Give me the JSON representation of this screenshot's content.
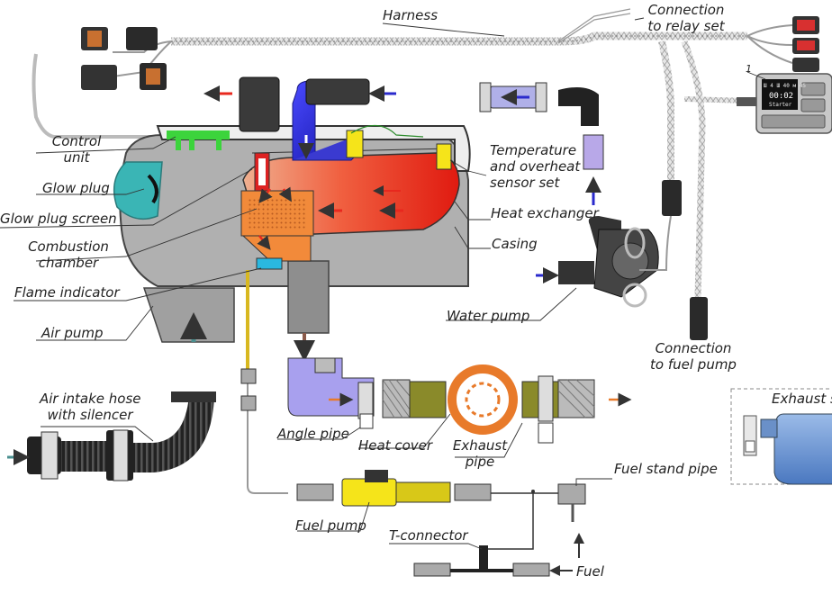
{
  "labels": {
    "harness": "Harness",
    "connection_relay": [
      "Connection",
      "to relay set"
    ],
    "control_unit": [
      "Control",
      "unit"
    ],
    "glow_plug": "Glow plug",
    "glow_plug_screen": "Glow plug screen",
    "combustion_chamber": [
      "Combustion",
      "chamber"
    ],
    "flame_indicator": "Flame indicator",
    "air_pump": "Air pump",
    "temperature_sensor": [
      "Temperature",
      "and overheat",
      "sensor set"
    ],
    "heat_exchanger": "Heat exchanger",
    "casing": "Casing",
    "water_pump": "Water pump",
    "connection_fuel_pump": [
      "Connection",
      "to fuel pump"
    ],
    "exhaust_silencer": "Exhaust s",
    "air_intake_hose": [
      "Air intake hose",
      "with silencer"
    ],
    "angle_pipe": "Angle pipe",
    "heat_cover": "Heat cover",
    "exhaust_pipe": [
      "Exhaust",
      "pipe"
    ],
    "fuel_stand_pipe": "Fuel stand pipe",
    "fuel_pump": "Fuel pump",
    "t_connector": "T-connector",
    "fuel": "Fuel",
    "controller_number": "1"
  },
  "controller_screen": {
    "line1": "Ш 4 Ш 40 м 45",
    "line2": "00:02",
    "line3": "Starter"
  },
  "colors": {
    "line": "#333333",
    "hot": "#e8281e",
    "coolant": "#2a2acc",
    "air": "#e87a2a",
    "fuel": "#f5e41a",
    "gray_body": "#8a8a8a",
    "teal": "#3ab5b5",
    "green_board": "#3cd43c",
    "intake_arrow": "#4a8f8f"
  }
}
